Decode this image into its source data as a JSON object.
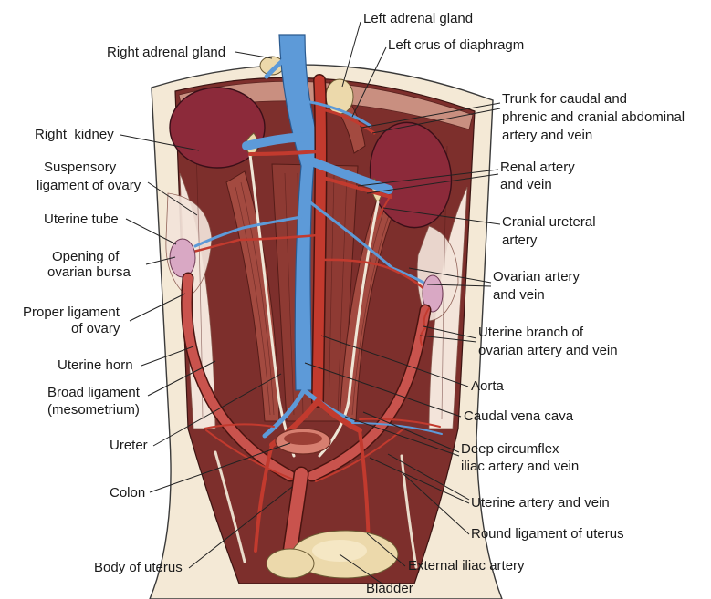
{
  "labels": {
    "left_adrenal_gland": "Left adrenal gland",
    "right_adrenal_gland": "Right adrenal gland",
    "left_crus_of_diaphragm": "Left crus of diaphragm",
    "trunk_for_caudal_phrenic": [
      "Trunk for caudal and",
      "phrenic and cranial abdominal",
      "artery and vein"
    ],
    "right_kidney": "Right  kidney",
    "suspensory_ligament_of_ovary": [
      "Suspensory",
      "ligament of ovary"
    ],
    "renal_artery_and_vein": [
      "Renal artery",
      "and vein"
    ],
    "uterine_tube": "Uterine tube",
    "cranial_ureteral_artery": [
      "Cranial ureteral",
      "artery"
    ],
    "opening_of_ovarian_bursa": [
      "Opening of",
      "ovarian bursa"
    ],
    "ovarian_artery_and_vein": [
      "Ovarian artery",
      "and vein"
    ],
    "proper_ligament_of_ovary": [
      "Proper ligament",
      "of ovary"
    ],
    "uterine_branch": [
      "Uterine branch of",
      "ovarian artery and vein"
    ],
    "uterine_horn": "Uterine horn",
    "aorta": "Aorta",
    "broad_ligament": [
      "Broad ligament",
      "(mesometrium)"
    ],
    "caudal_vena_cava": "Caudal vena cava",
    "ureter": "Ureter",
    "deep_circumflex_iliac": [
      "Deep circumflex",
      "iliac artery and vein"
    ],
    "colon": "Colon",
    "uterine_artery_and_vein": "Uterine artery and vein",
    "round_ligament_of_uterus": "Round ligament of uterus",
    "external_iliac_artery": "External iliac artery",
    "body_of_uterus": "Body of uterus",
    "bladder": "Bladder"
  },
  "colors": {
    "artery": "#c23a2e",
    "vein": "#5d9ad8",
    "kidney": "#8c2a3a",
    "muscle": "#7d2f2c",
    "ovary": "#d9a8c4",
    "fat": "#ecd9ab",
    "skin": "#f4e9d6"
  }
}
